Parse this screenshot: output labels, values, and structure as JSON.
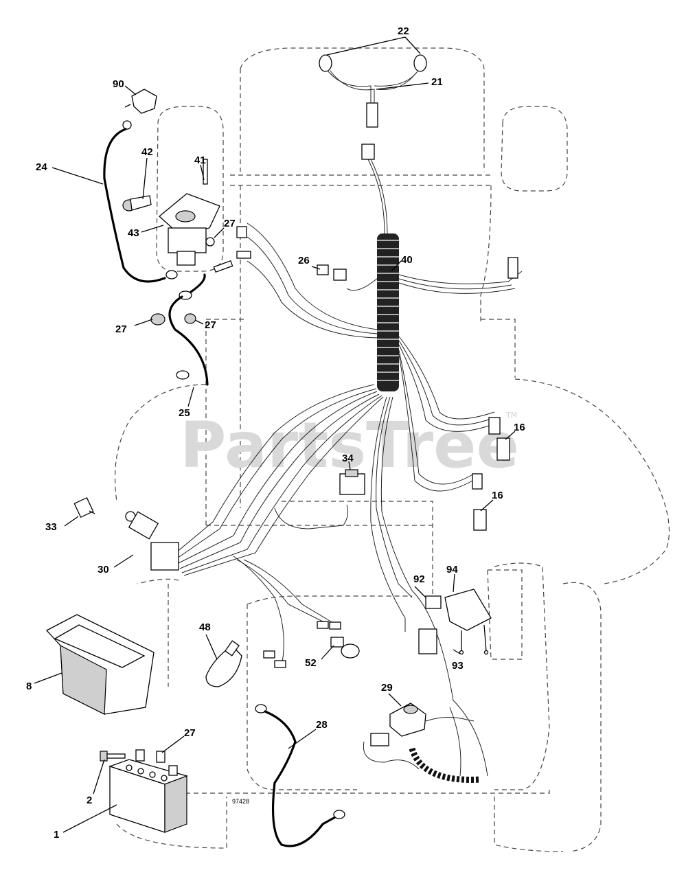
{
  "watermark": {
    "text": "PartsTree",
    "tm": "TM"
  },
  "diagram_code": "97428",
  "callouts": [
    {
      "id": "c22",
      "text": "22"
    },
    {
      "id": "c21",
      "text": "21"
    },
    {
      "id": "c90",
      "text": "90"
    },
    {
      "id": "c42",
      "text": "42"
    },
    {
      "id": "c41",
      "text": "41"
    },
    {
      "id": "c24",
      "text": "24"
    },
    {
      "id": "c43",
      "text": "43"
    },
    {
      "id": "c27a",
      "text": "27"
    },
    {
      "id": "c26",
      "text": "26"
    },
    {
      "id": "c40",
      "text": "40"
    },
    {
      "id": "c27b",
      "text": "27"
    },
    {
      "id": "c27c",
      "text": "27"
    },
    {
      "id": "c25",
      "text": "25"
    },
    {
      "id": "c16a",
      "text": "16"
    },
    {
      "id": "c34",
      "text": "34"
    },
    {
      "id": "c16b",
      "text": "16"
    },
    {
      "id": "c33",
      "text": "33"
    },
    {
      "id": "c30",
      "text": "30"
    },
    {
      "id": "c92",
      "text": "92"
    },
    {
      "id": "c94",
      "text": "94"
    },
    {
      "id": "c48",
      "text": "48"
    },
    {
      "id": "c52",
      "text": "52"
    },
    {
      "id": "c93",
      "text": "93"
    },
    {
      "id": "c8",
      "text": "8"
    },
    {
      "id": "c29",
      "text": "29"
    },
    {
      "id": "c28",
      "text": "28"
    },
    {
      "id": "c27d",
      "text": "27"
    },
    {
      "id": "c2",
      "text": "2"
    },
    {
      "id": "c1",
      "text": "1"
    }
  ]
}
